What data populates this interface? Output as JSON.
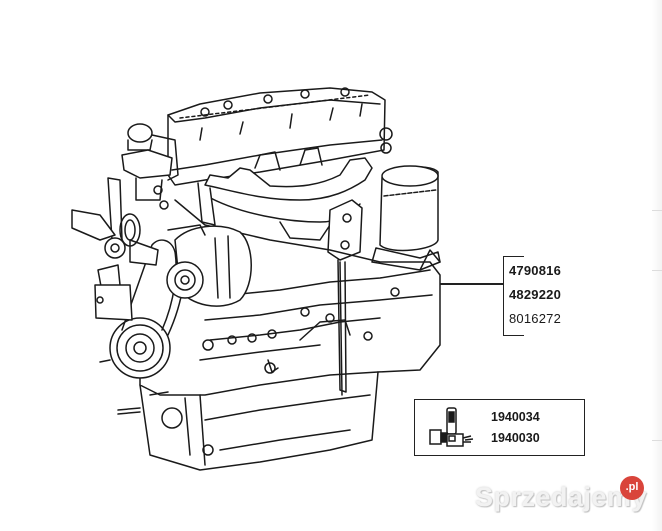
{
  "diagram": {
    "subject": "engine-assembly-exploded-view",
    "callout_group_1": {
      "part_numbers": [
        {
          "value": "4790816",
          "bold": true
        },
        {
          "value": "4829220",
          "bold": true
        },
        {
          "value": "8016272",
          "bold": false
        }
      ]
    },
    "kit_box": {
      "icon": "connector-plug-icon",
      "part_numbers": [
        "1940034",
        "1940030"
      ]
    }
  },
  "watermark": {
    "text": "Sprzedajemy",
    "badge": ".pl",
    "badge_color": "#d9443b"
  },
  "colors": {
    "line_art": "#1a1a1a",
    "background": "#ffffff"
  }
}
